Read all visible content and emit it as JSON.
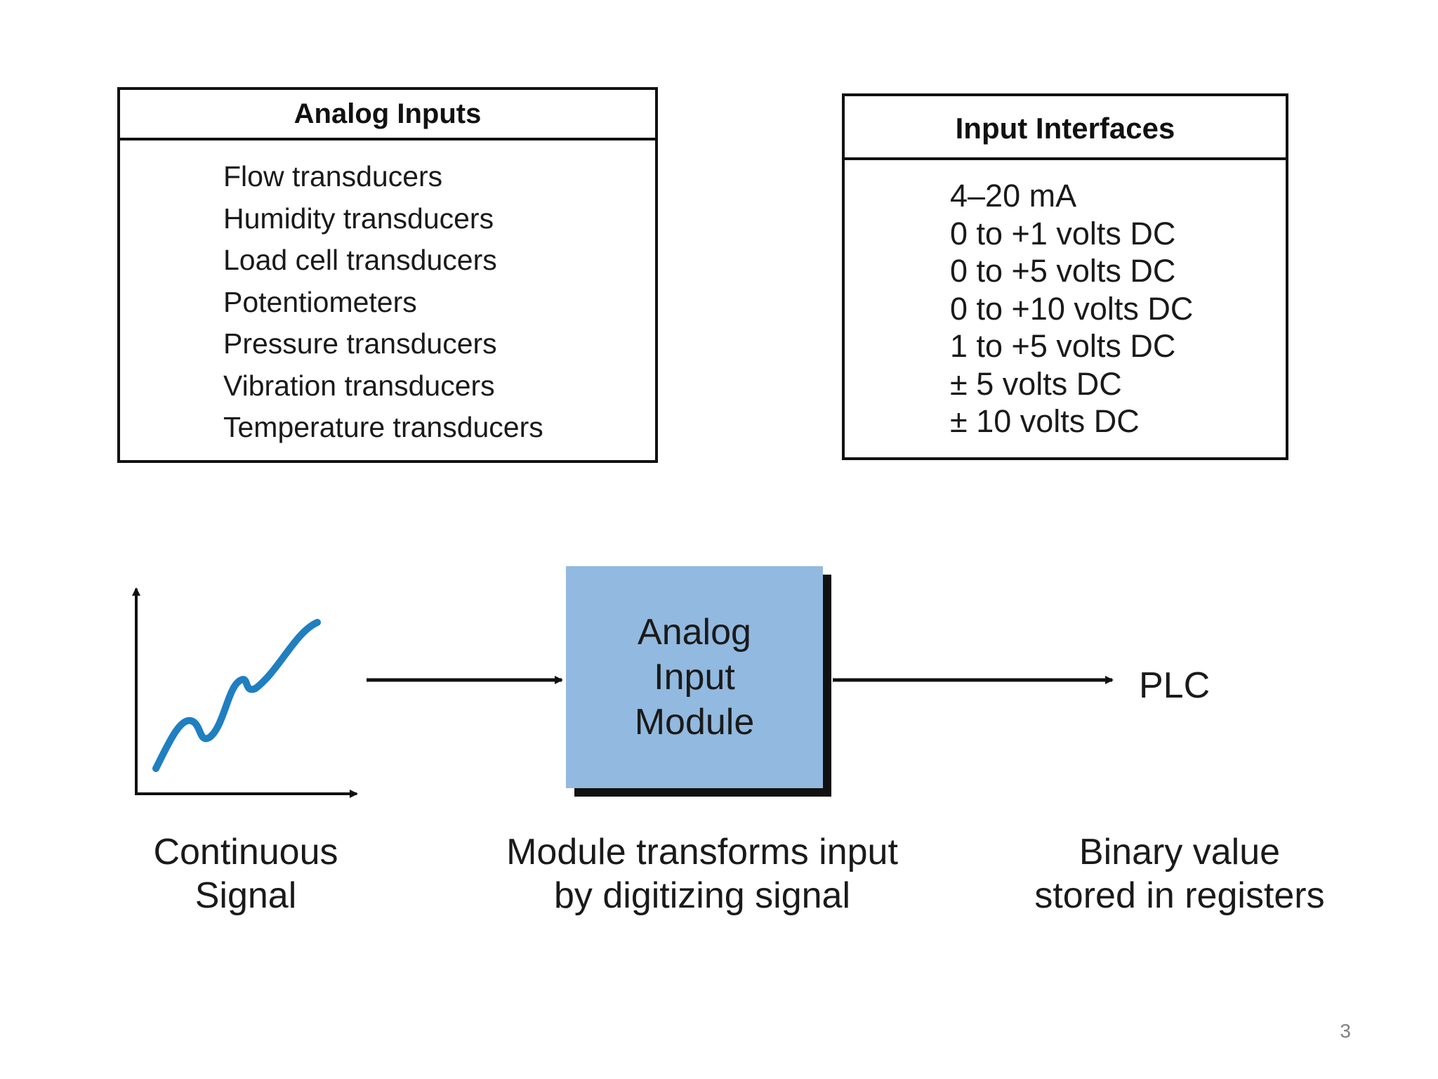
{
  "analog_inputs": {
    "title": "Analog Inputs",
    "items": [
      "Flow transducers",
      "Humidity transducers",
      "Load cell transducers",
      "Potentiometers",
      "Pressure transducers",
      "Vibration transducers",
      "Temperature transducers"
    ]
  },
  "input_interfaces": {
    "title": "Input Interfaces",
    "items": [
      "4–20 mA",
      "0 to +1 volts DC",
      "0 to +5 volts DC",
      "0 to +10 volts DC",
      "1 to +5 volts DC",
      "± 5 volts DC",
      "± 10 volts DC"
    ]
  },
  "module": {
    "lines": [
      "Analog",
      "Input",
      "Module"
    ],
    "fill_color": "#92b9df"
  },
  "plc_label": "PLC",
  "captions": {
    "left": [
      "Continuous",
      "Signal"
    ],
    "middle": [
      "Module transforms input",
      "by digitizing signal"
    ],
    "right": [
      "Binary value",
      "stored in registers"
    ]
  },
  "signal_color": "#1f7fc0",
  "page_number": "3"
}
